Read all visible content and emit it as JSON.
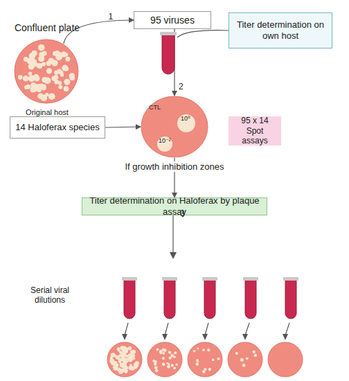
{
  "diagram": {
    "nodes": [
      {
        "text": [
          "Confluent plate",
          "Original host"
        ]
      },
      {
        "text": [
          "95 viruses"
        ]
      },
      {
        "text": [
          "Titer determination on own host"
        ]
      },
      {
        "text": [
          "14 Haloferax species"
        ]
      },
      {
        "text": [
          "CTL",
          "10⁰",
          "10⁻²"
        ]
      },
      {
        "text": [
          "95 x 14 Spot assays"
        ]
      },
      {
        "text": [
          "Titer determination on Haloferax by plaque assay"
        ]
      }
    ],
    "edges": [
      {
        "from": 0,
        "to": 1,
        "arrow": "to",
        "label": "1"
      },
      {
        "from": 1,
        "to": 4,
        "arrow": "to",
        "label": "2"
      },
      {
        "from": 3,
        "to": 4,
        "arrow": "to"
      },
      {
        "from": 4,
        "to": 6,
        "arrow": "to",
        "label": "3"
      }
    ],
    "labels": [
      "If growth inhibition zones",
      "Serial viral dilutions"
    ]
  }
}
